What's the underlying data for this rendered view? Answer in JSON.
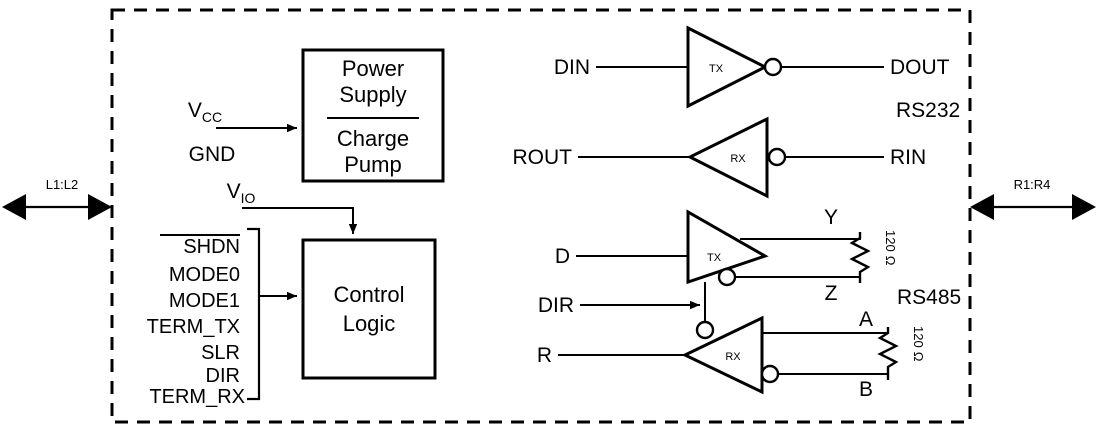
{
  "diagram": {
    "title": "RS232 / RS485 multiprotocol transceiver block diagram",
    "boundary_label": "dashed-device-boundary",
    "edge_arrows": {
      "left_label": "L1:L2",
      "right_label": "R1:R4"
    },
    "blocks": [
      {
        "id": "power-supply",
        "line1": "Power",
        "line2": "Supply",
        "line3": "Charge",
        "line4": "Pump"
      },
      {
        "id": "control-logic",
        "line1": "Control",
        "line2": "Logic"
      }
    ],
    "power_pins": [
      {
        "name": "vcc",
        "label": "V",
        "sub": "CC"
      },
      {
        "name": "gnd",
        "label": "GND",
        "sub": ""
      },
      {
        "name": "vio",
        "label": "V",
        "sub": "IO"
      }
    ],
    "control_inputs": [
      {
        "label": "SHDN",
        "overbar": true
      },
      {
        "label": "MODE0",
        "overbar": false
      },
      {
        "label": "MODE1",
        "overbar": false
      },
      {
        "label": "TERM_TX",
        "overbar": false
      },
      {
        "label": "SLR",
        "overbar": false
      },
      {
        "label": "DIR",
        "overbar": false
      },
      {
        "label": "TERM_RX",
        "overbar": false
      }
    ],
    "sections": [
      {
        "id": "rs232",
        "label": "RS232"
      },
      {
        "id": "rs485",
        "label": "RS485"
      }
    ],
    "rs232": {
      "tx": {
        "symbol": "TX",
        "input": "DIN",
        "output": "DOUT",
        "inverting": true
      },
      "rx": {
        "symbol": "RX",
        "output": "ROUT",
        "input": "RIN",
        "inverting": true
      }
    },
    "rs485": {
      "tx": {
        "symbol": "TX",
        "input": "D",
        "out_high": "Y",
        "out_low": "Z",
        "inverting": true
      },
      "rx": {
        "symbol": "RX",
        "output": "R",
        "in_high": "A",
        "in_low": "B",
        "inverting": true
      },
      "direction": {
        "label": "DIR"
      },
      "terminations": [
        {
          "id": "term-tx",
          "value": "120",
          "unit": "Ω"
        },
        {
          "id": "term-rx",
          "value": "120",
          "unit": "Ω"
        }
      ]
    }
  }
}
